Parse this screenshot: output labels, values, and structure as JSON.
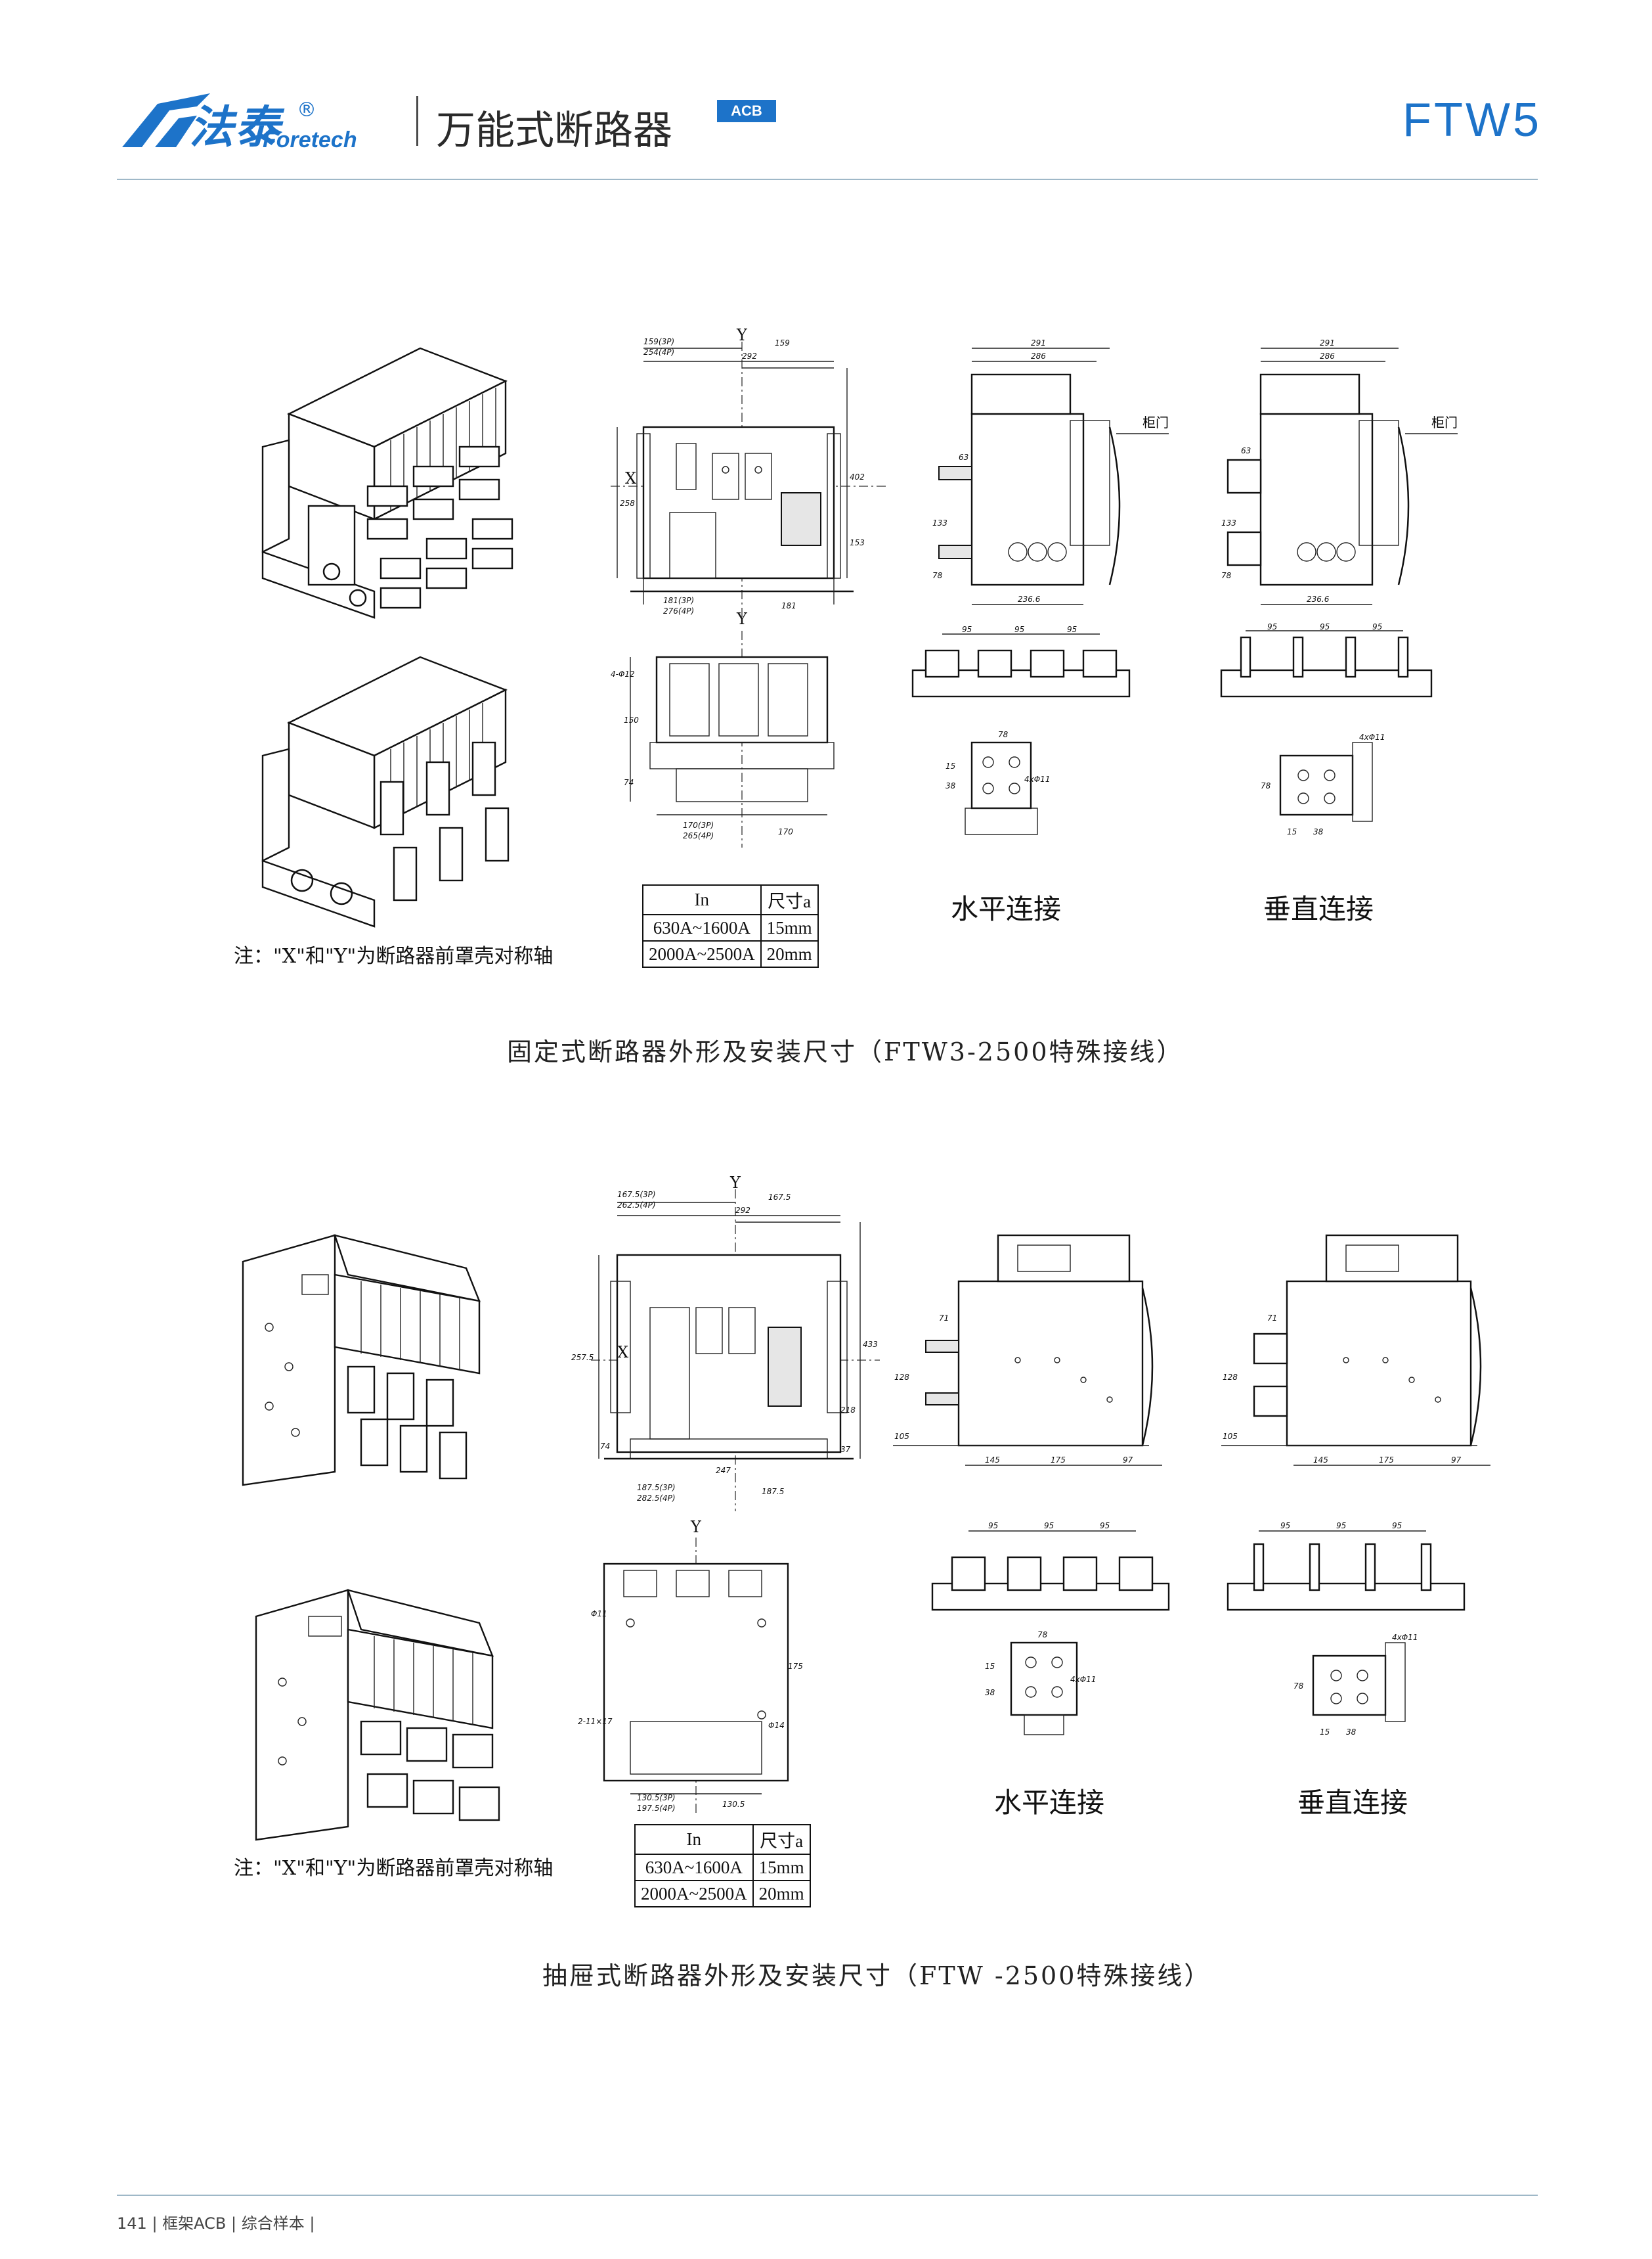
{
  "header": {
    "brand_cn": "法泰",
    "brand_reg": "®",
    "brand_en": "Foretech",
    "title": "万能式断路器",
    "badge": "ACB",
    "model": "FTW5"
  },
  "footer": {
    "text": "141 | 框架ACB | 综合样本 |"
  },
  "colors": {
    "brand": "#1d73c9",
    "rule": "#9fb8c8"
  },
  "section_fixed": {
    "caption": "固定式断路器外形及安装尺寸（FTW3-2500特殊接线）",
    "note": "注：\"X\"和\"Y\"为断路器前罩壳对称轴",
    "horizontal_label": "水平连接",
    "vertical_label": "垂直连接",
    "cabinet_door": "柜门",
    "axis_x": "X",
    "axis_y": "Y",
    "table": {
      "headers": [
        "In",
        "尺寸a"
      ],
      "rows": [
        [
          "630A~1600A",
          "15mm"
        ],
        [
          "2000A~2500A",
          "20mm"
        ]
      ]
    },
    "dims": {
      "front_top_a": "159(3P)",
      "front_top_b": "254(4P)",
      "front_top_c": "159",
      "front_top_d": "292",
      "front_left": "258",
      "front_right_a": "402",
      "front_right_b": "153",
      "front_bottom_a": "181(3P)",
      "front_bottom_b": "276(4P)",
      "front_bottom_c": "181",
      "base_left_a": "4-Φ12",
      "base_left_b": "150",
      "base_left_c": "74",
      "base_bottom_a": "170(3P)",
      "base_bottom_b": "265(4P)",
      "base_bottom_c": "170",
      "side_top_a": "291",
      "side_top_b": "286",
      "side_left_a": "63",
      "side_left_b": "133",
      "side_left_c": "78",
      "side_bottom": "236.6",
      "term_spacing": "95",
      "pad_a": "78",
      "pad_b": "15",
      "pad_c": "38",
      "pad_hole": "4xΦ11"
    }
  },
  "section_draw": {
    "caption": "抽屉式断路器外形及安装尺寸（FTW -2500特殊接线）",
    "note": "注：\"X\"和\"Y\"为断路器前罩壳对称轴",
    "horizontal_label": "水平连接",
    "vertical_label": "垂直连接",
    "axis_x": "X",
    "axis_y": "Y",
    "table": {
      "headers": [
        "In",
        "尺寸a"
      ],
      "rows": [
        [
          "630A~1600A",
          "15mm"
        ],
        [
          "2000A~2500A",
          "20mm"
        ]
      ]
    },
    "dims": {
      "front_top_a": "167.5(3P)",
      "front_top_b": "262.5(4P)",
      "front_top_c": "167.5",
      "front_top_d": "292",
      "front_left": "257.5",
      "front_right_a": "433",
      "front_right_b": "218",
      "front_right_c": "37",
      "front_left_b": "74",
      "front_bottom_mid": "247",
      "front_bottom_a": "187.5(3P)",
      "front_bottom_b": "282.5(4P)",
      "front_bottom_c": "187.5",
      "base_a": "Φ11",
      "base_b": "175",
      "base_c": "2-11×17",
      "base_d": "Φ14",
      "base_bottom_a": "130.5(3P)",
      "base_bottom_b": "197.5(4P)",
      "base_bottom_c": "130.5",
      "side_left_a": "71",
      "side_left_b": "128",
      "side_left_c": "105",
      "side_bottom_a": "145",
      "side_bottom_b": "175",
      "side_bottom_c": "97",
      "term_spacing": "95",
      "pad_a": "78",
      "pad_b": "15",
      "pad_c": "38",
      "pad_hole": "4xΦ11"
    }
  }
}
